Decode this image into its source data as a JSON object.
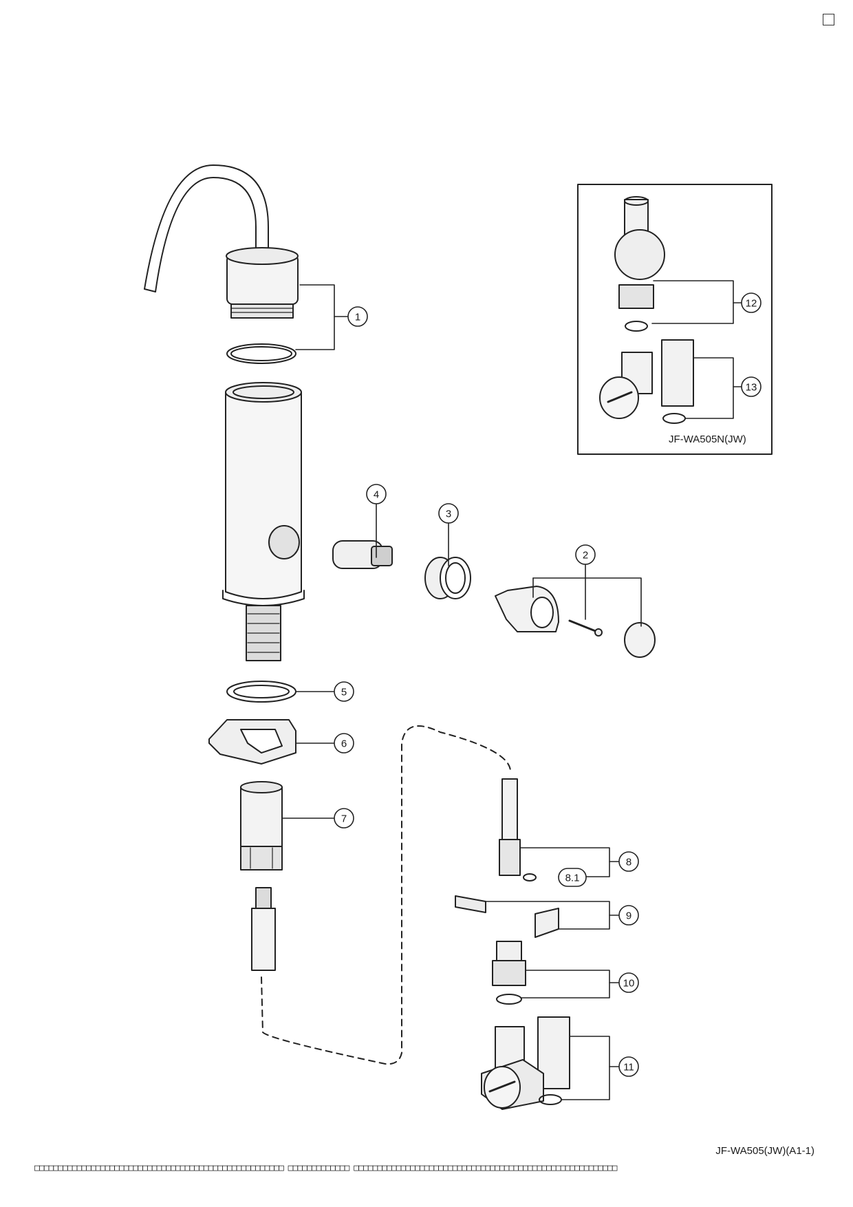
{
  "corner_box": "□",
  "inset": {
    "label": "JF-WA505N(JW)"
  },
  "callouts": {
    "c1": "1",
    "c2": "2",
    "c3": "3",
    "c4": "4",
    "c5": "5",
    "c6": "6",
    "c7": "7",
    "c8": "8",
    "c81": "8.1",
    "c9": "9",
    "c10": "10",
    "c11": "11",
    "c12": "12",
    "c13": "13"
  },
  "footer": {
    "code": "JF-WA505(JW)(A1-1)",
    "strip": "□□□□□□□□□□□□□□□□□□□□□□□□□□□□□□□□□□□□□□□□□□□□□□□□□□□□□ □□□□□□□□□□□□□ □□□□□□□□□□□□□□□□□□□□□□□□□□□□□□□□□□□□□□□□□□□□□□□□□□□□□□□□"
  }
}
